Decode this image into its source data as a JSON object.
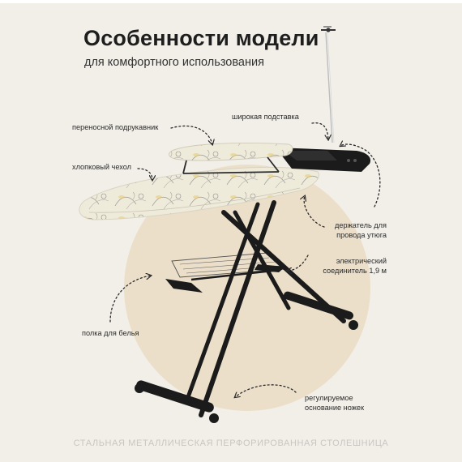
{
  "header": {
    "title": "Особенности модели",
    "subtitle": "для комфортного использования"
  },
  "callouts": {
    "armrest": "переносной подрукавник",
    "wide_stand": "широкая подставка",
    "cotton_cover": "хлопковый чехол",
    "cord_holder_line1": "держатель для",
    "cord_holder_line2": "провода утюга",
    "connector_line1": "электрический",
    "connector_line2": "соединитель 1,9 м",
    "linen_shelf": "полка для белья",
    "legs_line1": "регулируемое",
    "legs_line2": "основание ножек"
  },
  "footer": {
    "text": "СТАЛЬНАЯ МЕТАЛЛИЧЕСКАЯ ПЕРФОРИРОВАННАЯ СТОЛЕШНИЦА"
  },
  "colors": {
    "background": "#f2efe9",
    "accent_circle": "#ecdfc9",
    "frame": "#1b1b1b",
    "cover": "#efebdb",
    "cover_accent": "#e6c86a",
    "text": "#2b2b2b",
    "footer_text": "#c9c6c1"
  }
}
